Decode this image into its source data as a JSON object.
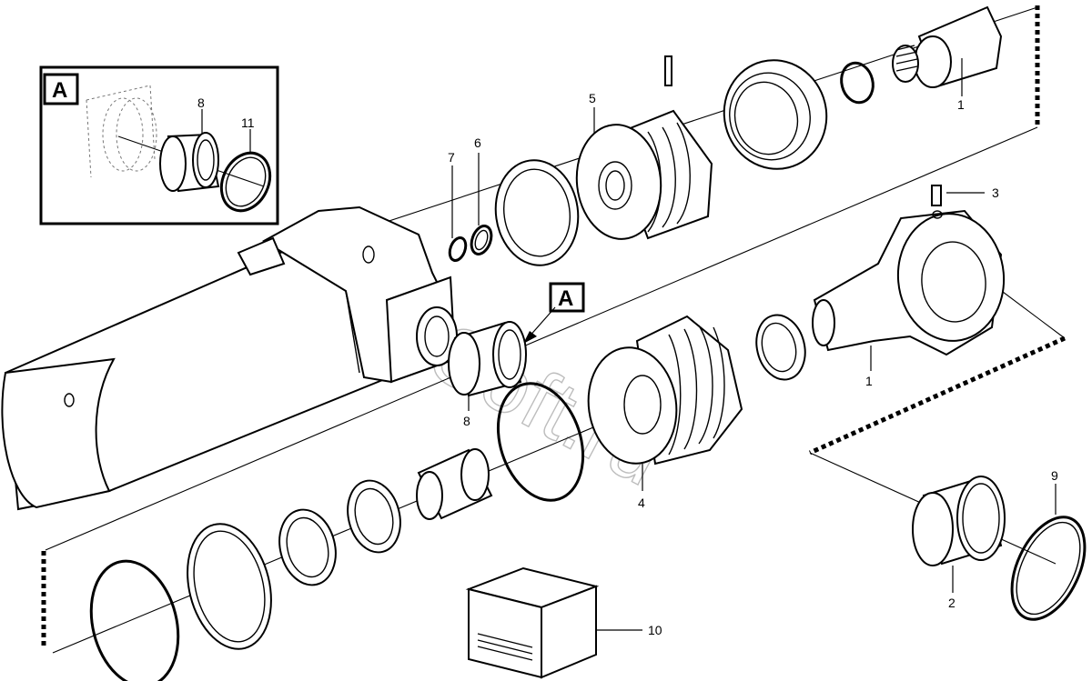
{
  "diagram": {
    "watermark": "AutoSoft.ru",
    "detail_label": "A",
    "callouts": {
      "p1a": "1",
      "p1b": "1",
      "p2": "2",
      "p3": "3",
      "p4": "4",
      "p5": "5",
      "p6": "6",
      "p7": "7",
      "p8a": "8",
      "p8b": "8",
      "p9": "9",
      "p10": "10",
      "p11": "11"
    }
  }
}
